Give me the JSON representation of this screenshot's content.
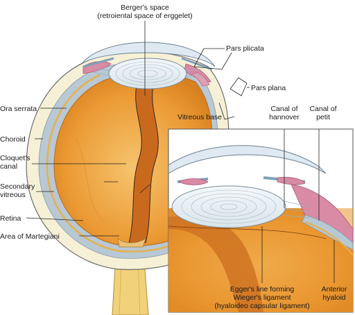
{
  "labels": {
    "bergers_space_line1": "Berger's space",
    "bergers_space_line2": "(retroiental space of erggelet)",
    "pars_plicata": "Pars plicata",
    "pars_plana": "Pars plana",
    "vitreous_base": "Vitreous base",
    "ora_serrata": "Ora serrata",
    "choroid": "Choroid",
    "cloquets_canal_line1": "Cloquet's",
    "cloquets_canal_line2": "canal",
    "secondary_vitreous_line1": "Secondary",
    "secondary_vitreous_line2": "vitreous",
    "retina": "Retina",
    "area_of_martegiani": "Area of Martegiani",
    "canal_of_hannover_line1": "Canal of",
    "canal_of_hannover_line2": "hannover",
    "canal_of_petit_line1": "Canal of",
    "canal_of_petit_line2": "petit",
    "eggers_line_line1": "Egger's line forming",
    "eggers_line_line2": "Wieger's ligament",
    "eggers_line_line3": "(hyaloideo capsular ligament)",
    "anterior_hyaloid_line1": "Anterior",
    "anterior_hyaloid_line2": "hyaloid"
  },
  "colors": {
    "vitreous": "#e8962f",
    "vitreous_light": "#f3b45a",
    "canal": "#c86a1f",
    "sclera": "#f4eecf",
    "choroid": "#c9d6de",
    "ciliary": "#d78aa0",
    "lens": "#e9f1f7",
    "cornea": "#dfe9f2"
  }
}
